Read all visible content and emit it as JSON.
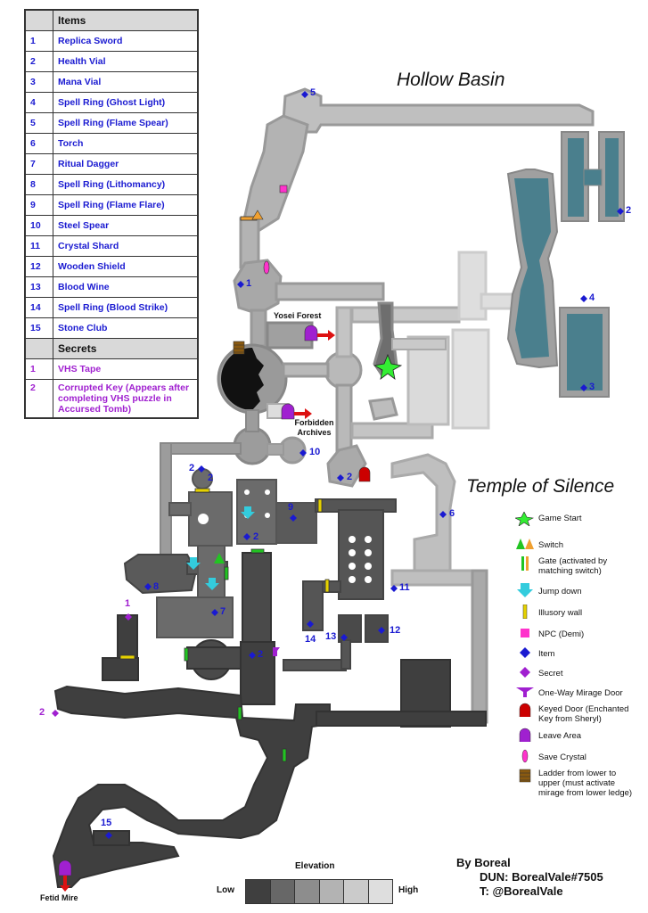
{
  "panel": {
    "items_header": "Items",
    "items": [
      {
        "n": "1",
        "name": "Replica Sword"
      },
      {
        "n": "2",
        "name": "Health Vial"
      },
      {
        "n": "3",
        "name": "Mana Vial"
      },
      {
        "n": "4",
        "name": "Spell Ring (Ghost Light)"
      },
      {
        "n": "5",
        "name": "Spell Ring (Flame Spear)"
      },
      {
        "n": "6",
        "name": "Torch"
      },
      {
        "n": "7",
        "name": "Ritual Dagger"
      },
      {
        "n": "8",
        "name": "Spell Ring (Lithomancy)"
      },
      {
        "n": "9",
        "name": "Spell Ring (Flame Flare)"
      },
      {
        "n": "10",
        "name": "Steel Spear"
      },
      {
        "n": "11",
        "name": "Crystal Shard"
      },
      {
        "n": "12",
        "name": "Wooden Shield"
      },
      {
        "n": "13",
        "name": "Blood Wine"
      },
      {
        "n": "14",
        "name": "Spell Ring (Blood Strike)"
      },
      {
        "n": "15",
        "name": "Stone Club"
      }
    ],
    "secrets_header": "Secrets",
    "secrets": [
      {
        "n": "1",
        "name": "VHS Tape"
      },
      {
        "n": "2",
        "name": "Corrupted Key (Appears after completing VHS puzzle in Accursed Tomb)"
      }
    ]
  },
  "areas": {
    "hollow_basin": "Hollow Basin",
    "temple_of_silence": "Temple of Silence",
    "yosei_forest": "Yosei Forest",
    "forbidden_archives": "Forbidden Archives",
    "fetid_mire": "Fetid Mire"
  },
  "legend": {
    "game_start": "Game Start",
    "switch": "Switch",
    "gate": "Gate (activated by matching switch)",
    "jump_down": "Jump down",
    "illusory_wall": "Illusory wall",
    "npc": "NPC (Demi)",
    "item": "Item",
    "secret": "Secret",
    "mirage_door": "One-Way Mirage Door",
    "keyed_door": "Keyed Door (Enchanted Key from Sheryl)",
    "leave_area": "Leave Area",
    "save_crystal": "Save Crystal",
    "ladder": "Ladder from lower to upper (must activate mirage from lower ledge)"
  },
  "elevation": {
    "title": "Elevation",
    "low": "Low",
    "high": "High",
    "colors": [
      "#3f3f3f",
      "#676767",
      "#8d8d8d",
      "#b3b3b3",
      "#cbcbcb",
      "#dedede"
    ]
  },
  "credits": {
    "line1": "By Boreal",
    "line2": "DUN: BorealVale#7505",
    "line3": "T: @BorealVale"
  },
  "colors": {
    "item": "#1a1ad1",
    "secret": "#a020d0",
    "water": "#4a7f8d",
    "gate_green": "#22c422",
    "gate_orange": "#f0a030",
    "npc": "#ff33cc",
    "keyed": "#cc0000",
    "leave": "#a020d0",
    "ladder": "#8a5a10"
  },
  "map_labels": {
    "item_5": "5",
    "item_2_basin": "2",
    "item_1": "1",
    "item_4": "4",
    "item_3": "3",
    "item_10": "10",
    "item_2_a": "2",
    "item_2_b": "2",
    "item_2_c": "2",
    "item_2_d": "2",
    "item_9": "9",
    "item_6": "6",
    "item_8": "8",
    "item_7": "7",
    "item_11": "11",
    "item_12": "12",
    "item_13": "13",
    "item_14": "14",
    "item_2_e": "2",
    "item_15": "15",
    "secret_1": "1",
    "secret_2": "2"
  }
}
